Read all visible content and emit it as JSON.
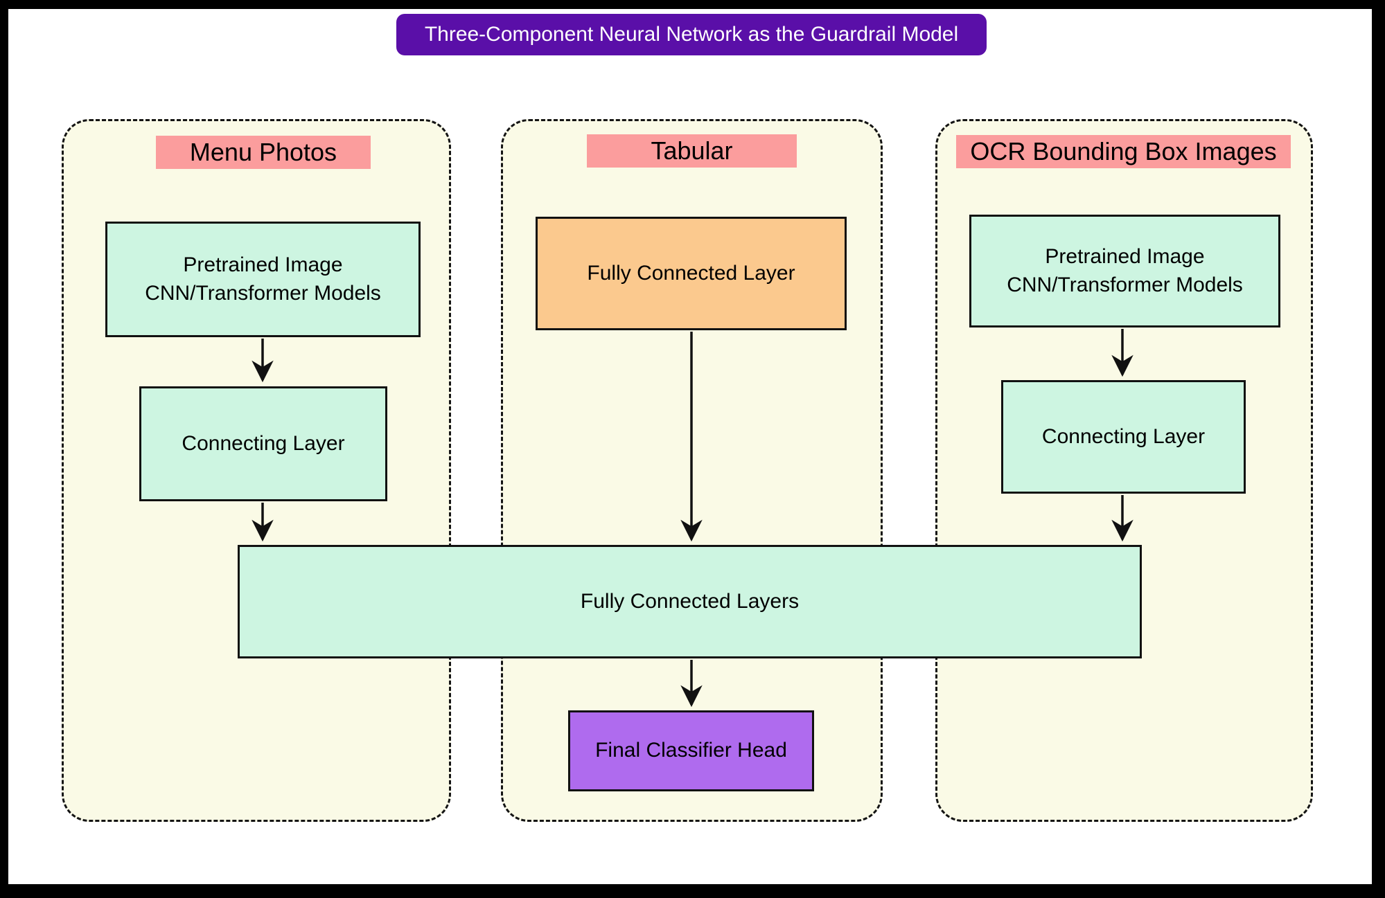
{
  "title": "Three-Component Neural Network as the Guardrail Model",
  "columns": [
    {
      "header": "Menu Photos",
      "nodes": [
        {
          "label": "Pretrained Image CNN/Transformer Models"
        },
        {
          "label": "Connecting Layer"
        }
      ]
    },
    {
      "header": "Tabular",
      "nodes": [
        {
          "label": "Fully Connected Layer"
        }
      ]
    },
    {
      "header": "OCR Bounding Box Images",
      "nodes": [
        {
          "label": "Pretrained Image CNN/Transformer Models"
        },
        {
          "label": "Connecting Layer"
        }
      ]
    }
  ],
  "merge": {
    "label": "Fully Connected Layers"
  },
  "final": {
    "label": "Final Classifier Head"
  },
  "colors": {
    "title-bg": "#5A0FA8",
    "panel-bg": "#FAFAE6",
    "header-bg": "#FB9D9D",
    "node-mint": "#CDF5E1",
    "node-orange": "#FBC98E",
    "node-purple": "#AF6BEE",
    "stroke": "#111111"
  }
}
